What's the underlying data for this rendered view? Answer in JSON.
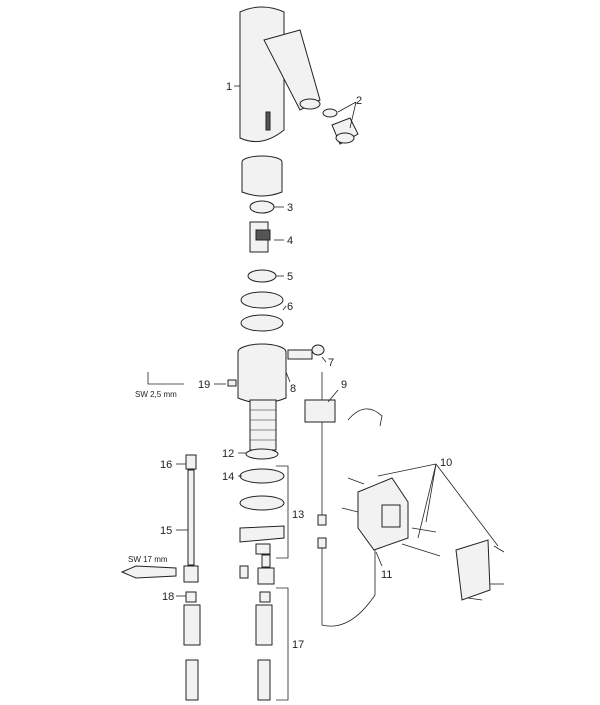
{
  "labels": {
    "p1": "1",
    "p2": "2",
    "p3": "3",
    "p4": "4",
    "p5": "5",
    "p6": "6",
    "p7": "7",
    "p8": "8",
    "p9": "9",
    "p10": "10",
    "p11": "11",
    "p12": "12",
    "p13": "13",
    "p14": "14",
    "p15": "15",
    "p16": "16",
    "p17": "17",
    "p18": "18",
    "p19": "19"
  },
  "tools": {
    "hex_key": "SW 2,5 mm",
    "wrench": "SW 17 mm"
  }
}
